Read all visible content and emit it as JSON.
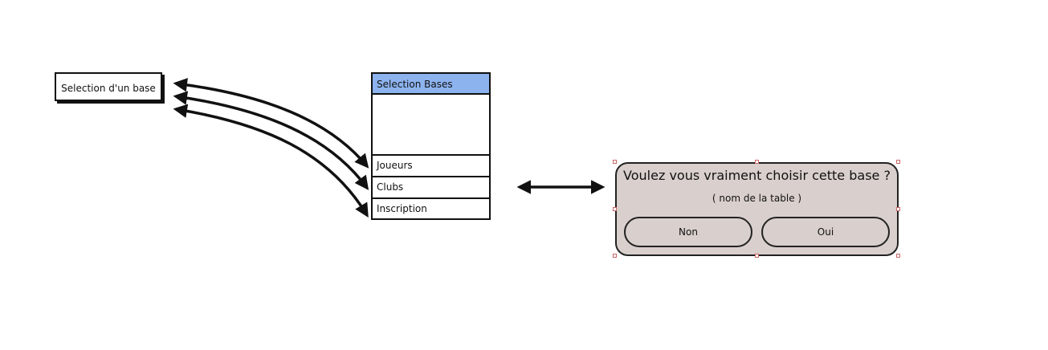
{
  "selection_box": {
    "label": "Selection d'un base"
  },
  "list_panel": {
    "header": "Selection Bases",
    "items": [
      {
        "label": "Joueurs"
      },
      {
        "label": "Clubs"
      },
      {
        "label": "Inscription"
      }
    ]
  },
  "dialog": {
    "title": "Voulez vous vraiment choisir cette base ?",
    "subtitle": "( nom de la table )",
    "buttons": {
      "no": "Non",
      "yes": "Oui"
    }
  },
  "colors": {
    "header_blue": "#8db3ef",
    "dialog_bg": "#d9cfcc",
    "stroke": "#111111"
  }
}
